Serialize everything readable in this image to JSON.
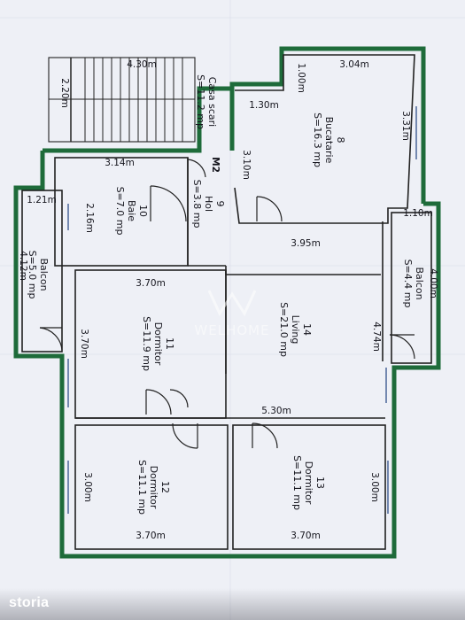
{
  "rooms": [
    {
      "id": "casa-scari",
      "name": "Casa scari",
      "area": "S=11.2 mp"
    },
    {
      "id": "bucatarie",
      "number": "8",
      "name": "Bucatarie",
      "area": "S=16.3 mp"
    },
    {
      "id": "hol",
      "number": "9",
      "name": "Hol",
      "area": "S=3.8 mp"
    },
    {
      "id": "baie",
      "number": "10",
      "name": "Baie",
      "area": "S=7.0 mp"
    },
    {
      "id": "balcon-left",
      "name": "Balcon",
      "area": "S=5.0 mp"
    },
    {
      "id": "balcon-right",
      "name": "Balcon",
      "area": "S=4.4 mp"
    },
    {
      "id": "dormitor-11",
      "number": "11",
      "name": "Dormitor",
      "area": "S=11.9 mp"
    },
    {
      "id": "living",
      "number": "14",
      "name": "Living",
      "area": "S=21.0 mp"
    },
    {
      "id": "dormitor-12",
      "number": "12",
      "name": "Dormitor",
      "area": "S=11.1 mp"
    },
    {
      "id": "dormitor-13",
      "number": "13",
      "name": "Dormitor",
      "area": "S=11.1 mp"
    }
  ],
  "dimensions": [
    "4.30m",
    "2.20m",
    "1.00m",
    "3.04m",
    "1.30m",
    "3.31m",
    "3.10m",
    "3.14m",
    "2.16m",
    "1.21m",
    "4.12m",
    "1.10m",
    "4.00m",
    "3.95m",
    "3.70m",
    "3.70m",
    "4.74m",
    "5.30m",
    "3.00m",
    "3.00m",
    "3.70m",
    "3.70m"
  ],
  "door_tag": "M2",
  "watermark": "WELHOME",
  "brand": "storia",
  "colors": {
    "wall": "#1e6b3a",
    "ink": "#15151d",
    "paper": "#eef0f6",
    "window": "#9aa8c8"
  }
}
